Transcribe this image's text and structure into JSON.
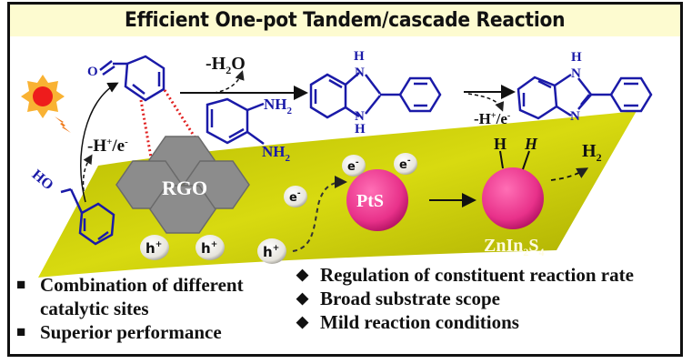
{
  "title": "Efficient One-pot Tandem/cascade Reaction",
  "scheme": {
    "reactant_alcohol_label": "HO",
    "aldehyde_label": "O",
    "oxidation_step_label": "-H+/e-",
    "condensation_byproduct": "-H2O",
    "diamine_labels": [
      "NH2",
      "NH2"
    ],
    "intermediate_labels": [
      "H",
      "N",
      "N",
      "H"
    ],
    "dehydrogenation_label": "-H+/e-",
    "product_labels": [
      "H",
      "N",
      "N"
    ],
    "hydrogen_atoms": [
      "H",
      "H"
    ],
    "hydrogen_product": "H2"
  },
  "catalyst": {
    "support_label": "RGO",
    "cocatalyst_label": "PtS",
    "semiconductor_label": "ZnIn2S4",
    "electrons": [
      "e-",
      "e-",
      "e-"
    ],
    "holes": [
      "h+",
      "h+",
      "h+"
    ],
    "colors": {
      "sheet": "#c8c800",
      "particle": "#e8318a",
      "molecule": "#1a1aa8",
      "bond_dots": "#e02020",
      "graphene": "#8a8a8a"
    }
  },
  "bullets_left": [
    {
      "text": "Combination of different",
      "continuation": "catalytic sites"
    },
    {
      "text": "Superior performance"
    }
  ],
  "bullets_right": [
    {
      "text": "Regulation of constituent reaction rate"
    },
    {
      "text": "Broad substrate scope"
    },
    {
      "text": "Mild reaction conditions"
    }
  ],
  "marks": {
    "square": "■",
    "diamond": "◆"
  }
}
